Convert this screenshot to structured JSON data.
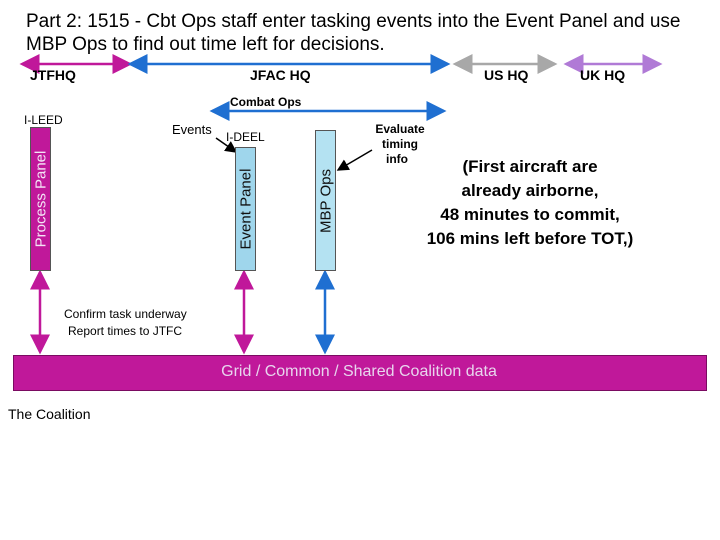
{
  "title": "Part 2: 1515 - Cbt Ops staff enter tasking events into the Event Panel and use MBP Ops to find out time left for decisions.",
  "headquarters": {
    "jtfhq": "JTFHQ",
    "jfachq": "JFAC HQ",
    "ushq": "US HQ",
    "ukhq": "UK HQ"
  },
  "combat_ops": "Combat Ops",
  "panels": {
    "process": "Process Panel",
    "event": "Event Panel",
    "mbp": "MBP Ops"
  },
  "labels": {
    "ileed": "I-LEED",
    "events": "Events",
    "ideel": "I-DEEL",
    "evaluate_line1": "Evaluate",
    "evaluate_line2": "timing",
    "evaluate_line3": "info",
    "callout_line1": "(First aircraft are",
    "callout_line2": "already airborne,",
    "callout_line3": "48 minutes to commit,",
    "callout_line4": "106 mins left before TOT,)",
    "confirm_line1": "Confirm task underway",
    "confirm_line2": "Report times to JTFC",
    "grid": "Grid / Common / Shared Coalition data",
    "coalition": "The Coalition"
  },
  "colors": {
    "jtfhq_line": "#c0189a",
    "jfac_line": "#1f6fd1",
    "us_line": "#b0b0b0",
    "uk_line": "#b07ad6",
    "combat_line": "#1f6fd1",
    "process_panel": "#c0189a",
    "event_panel": "#9fd6ec",
    "mbp_panel": "#b4e2f2",
    "grid_bar": "#c0189a"
  }
}
